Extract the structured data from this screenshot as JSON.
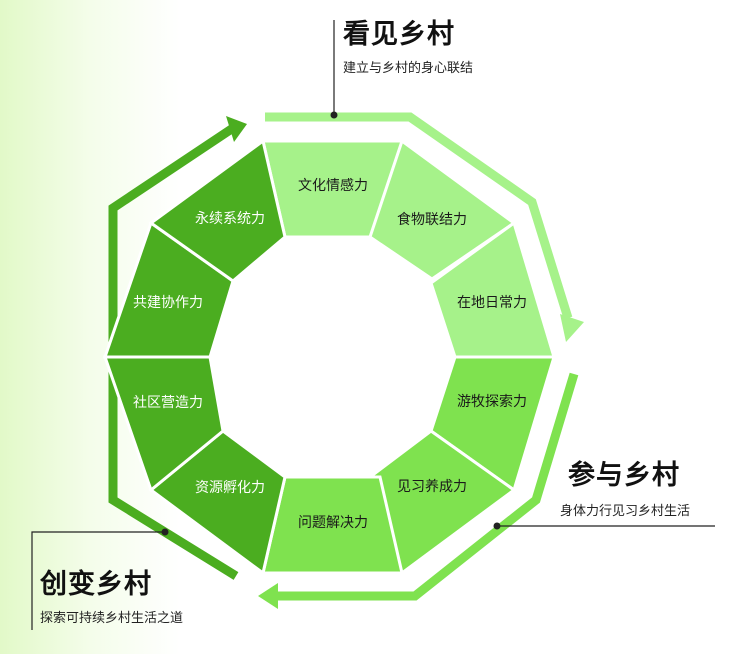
{
  "stages": {
    "see": {
      "title": "看见乡村",
      "subtitle": "建立与乡村的身心联结"
    },
    "join": {
      "title": "参与乡村",
      "subtitle": "身体力行见习乡村生活"
    },
    "create": {
      "title": "创变乡村",
      "subtitle": "探索可持续乡村生活之道"
    }
  },
  "segments": [
    {
      "label": "文化情感力",
      "color": "#a6f28a"
    },
    {
      "label": "食物联结力",
      "color": "#a6f28a"
    },
    {
      "label": "在地日常力",
      "color": "#a6f28a"
    },
    {
      "label": "游牧探索力",
      "color": "#7fe24f"
    },
    {
      "label": "见习养成力",
      "color": "#7fe24f"
    },
    {
      "label": "问题解决力",
      "color": "#7fe24f"
    },
    {
      "label": "资源孵化力",
      "color": "#4bad20"
    },
    {
      "label": "社区营造力",
      "color": "#4bad20"
    },
    {
      "label": "共建协作力",
      "color": "#4bad20"
    },
    {
      "label": "永续系统力",
      "color": "#4bad20"
    }
  ],
  "colors": {
    "see_arrow": "#a6f28a",
    "join_arrow": "#7fe24f",
    "create_arrow": "#4bad20",
    "leader_line": "#222222"
  }
}
